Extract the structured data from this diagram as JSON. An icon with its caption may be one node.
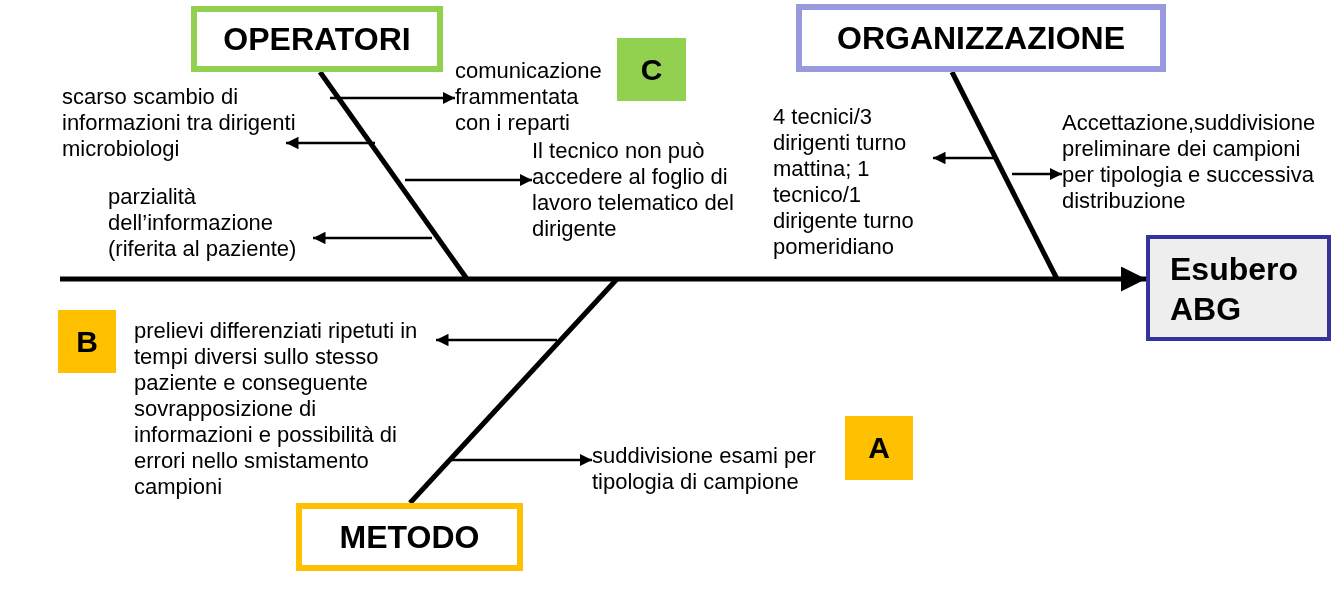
{
  "diagram": {
    "nodes": [
      {
        "text": [
          "OPERATORI"
        ]
      },
      {
        "text": [
          "C"
        ]
      },
      {
        "text": [
          "ORGANIZZAZIONE"
        ]
      },
      {
        "text": [
          "scarso scambio di informazioni tra dirigenti microbiologi"
        ]
      },
      {
        "text": [
          "comunicazione frammentata con i reparti"
        ]
      },
      {
        "text": [
          "4 tecnici/3 dirigenti turno mattina; 1 tecnico/1 dirigente turno pomeridiano"
        ]
      },
      {
        "text": [
          "Accettazione,suddivisione preliminare dei campioni per tipologia e successiva distribuzione"
        ]
      },
      {
        "text": [
          "Il tecnico non può accedere al foglio di lavoro telematico del dirigente"
        ]
      },
      {
        "text": [
          "parzialità dell’informazione (riferita al paziente)"
        ]
      },
      {
        "text": [
          "Esubero ABG"
        ]
      },
      {
        "text": [
          "B"
        ]
      },
      {
        "text": [
          "prelievi differenziati ripetuti in tempi diversi sullo stesso paziente e conseguente sovrapposizione di informazioni e possibilità di errori nello smistamento campioni"
        ]
      },
      {
        "text": [
          "suddivisione esami per tipologia di campione"
        ]
      },
      {
        "text": [
          "A"
        ]
      },
      {
        "text": [
          "METODO"
        ]
      }
    ],
    "edges": [
      {
        "from": 0,
        "to": null,
        "arrow": "none",
        "style": "thick"
      },
      {
        "from": 2,
        "to": null,
        "arrow": "none",
        "style": "thick"
      },
      {
        "from": 14,
        "to": null,
        "arrow": "none",
        "style": "thick"
      },
      {
        "from": null,
        "to": 9,
        "arrow": "to",
        "style": "thick"
      },
      {
        "from": null,
        "to": 4,
        "arrow": "to"
      },
      {
        "from": null,
        "to": 3,
        "arrow": "to"
      },
      {
        "from": null,
        "to": 7,
        "arrow": "to"
      },
      {
        "from": null,
        "to": 8,
        "arrow": "to"
      },
      {
        "from": null,
        "to": 5,
        "arrow": "to"
      },
      {
        "from": null,
        "to": 6,
        "arrow": "to"
      },
      {
        "from": null,
        "to": 11,
        "arrow": "to"
      },
      {
        "from": null,
        "to": 12,
        "arrow": "to"
      }
    ]
  }
}
